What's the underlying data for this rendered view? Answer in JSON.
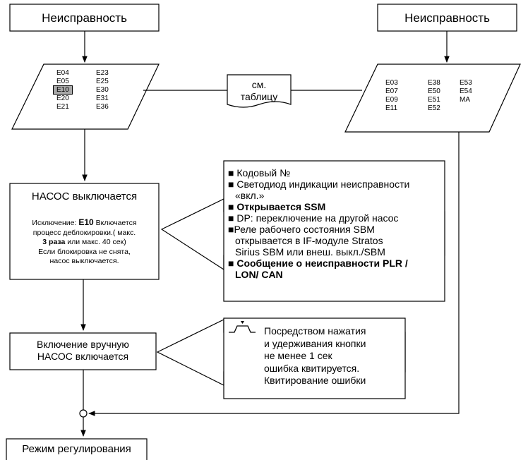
{
  "fault_left": "Неисправность",
  "fault_right": "Неисправность",
  "left_codes": {
    "col1": [
      "E04",
      "E05",
      "E10",
      "E20",
      "E21"
    ],
    "col2": [
      "E23",
      "E25",
      "E30",
      "E31",
      "E36"
    ],
    "highlight": "E10"
  },
  "right_codes": {
    "col1": [
      "E03",
      "E07",
      "E09",
      "E11"
    ],
    "col2": [
      "E38",
      "E50",
      "E51",
      "E52"
    ],
    "col3": [
      "E53",
      "E54",
      "MA"
    ]
  },
  "see_table": [
    "см.",
    "таблицу"
  ],
  "pump_off": {
    "title": "НАСОС выключается",
    "exception_label": "Исключение:",
    "exception_code": "E10",
    "line1_rest": "Включается",
    "line2": "процесс деблокировки.( макс.",
    "line3_bold": "3 раза",
    "line3_rest": "или макс. 40 сек)",
    "line4": "Если блокировка не снята,",
    "line5": "насос выключается."
  },
  "actions_list": [
    {
      "lines": [
        "■ Кодовый №"
      ],
      "bold": false
    },
    {
      "lines": [
        "■ Светодиод индикации неисправности",
        "«вкл.»"
      ],
      "bold": false
    },
    {
      "lines": [
        "■ Открывается SSM"
      ],
      "bold": true
    },
    {
      "lines": [
        "■ DP: переключение на другой насос"
      ],
      "bold": false
    },
    {
      "lines": [
        "■Реле рабочего состояния SBM",
        "открывается в IF-модуле Stratos",
        "Sirius SBM или внеш. выкл./SBM"
      ],
      "bold": false
    },
    {
      "lines": [
        "■ Сообщение о неисправности PLR /",
        "LON/ CAN"
      ],
      "bold": true
    }
  ],
  "manual_on": [
    "Включение вручную",
    "НАСОС включается"
  ],
  "ack_text": [
    "Посредством нажатия",
    "и удерживания кнопки",
    "не менее 1 сек",
    "ошибка квитируется.",
    "Квитирование ошибки"
  ],
  "control_mode": "Режим регулирования"
}
